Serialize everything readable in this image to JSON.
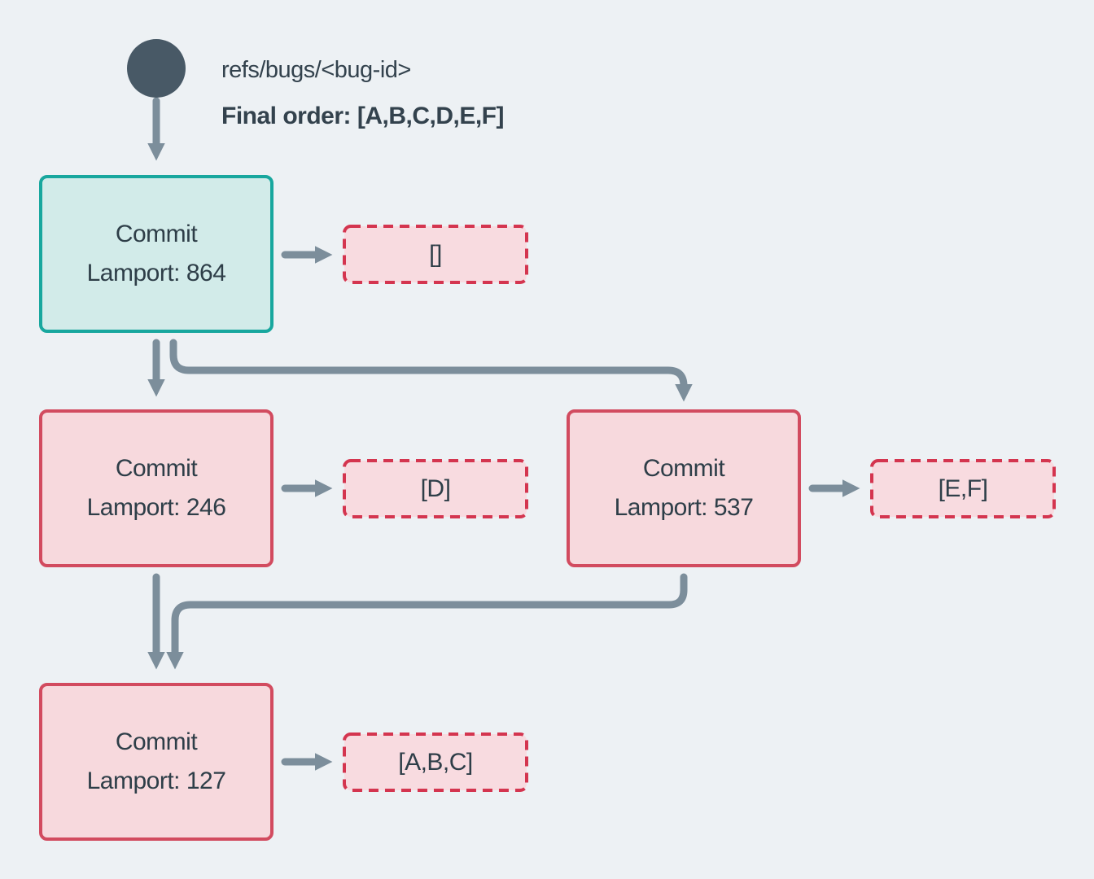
{
  "header": {
    "ref_label": "refs/bugs/<bug-id>",
    "final_order": "Final order: [A,B,C,D,E,F]"
  },
  "nodes": [
    {
      "id": "commit-864",
      "title": "Commit",
      "subtitle": "Lamport: 864",
      "variant": "teal",
      "list": "[]"
    },
    {
      "id": "commit-246",
      "title": "Commit",
      "subtitle": "Lamport: 246",
      "variant": "rose",
      "list": "[D]"
    },
    {
      "id": "commit-537",
      "title": "Commit",
      "subtitle": "Lamport: 537",
      "variant": "rose",
      "list": "[E,F]"
    },
    {
      "id": "commit-127",
      "title": "Commit",
      "subtitle": "Lamport: 127",
      "variant": "rose",
      "list": "[A,B,C]"
    }
  ],
  "edges": [
    {
      "from": "ref",
      "to": "commit-864"
    },
    {
      "from": "commit-864",
      "to": "commit-246"
    },
    {
      "from": "commit-864",
      "to": "commit-537"
    },
    {
      "from": "commit-246",
      "to": "commit-127"
    },
    {
      "from": "commit-537",
      "to": "commit-127"
    },
    {
      "from": "commit-864",
      "to": "list-empty"
    },
    {
      "from": "commit-246",
      "to": "list-d"
    },
    {
      "from": "commit-537",
      "to": "list-ef"
    },
    {
      "from": "commit-127",
      "to": "list-abc"
    }
  ],
  "colors": {
    "background": "#edf1f4",
    "slate_dark": "#485966",
    "text": "#2e3e48",
    "arrow": "#7c8e9b",
    "teal_border": "#18a79e",
    "teal_fill": "#d2ebe9",
    "rose_border": "#d24b5f",
    "rose_fill": "#f7d9dd",
    "dashed_border": "#d4354f",
    "dashed_fill": "#f8dbe0"
  }
}
